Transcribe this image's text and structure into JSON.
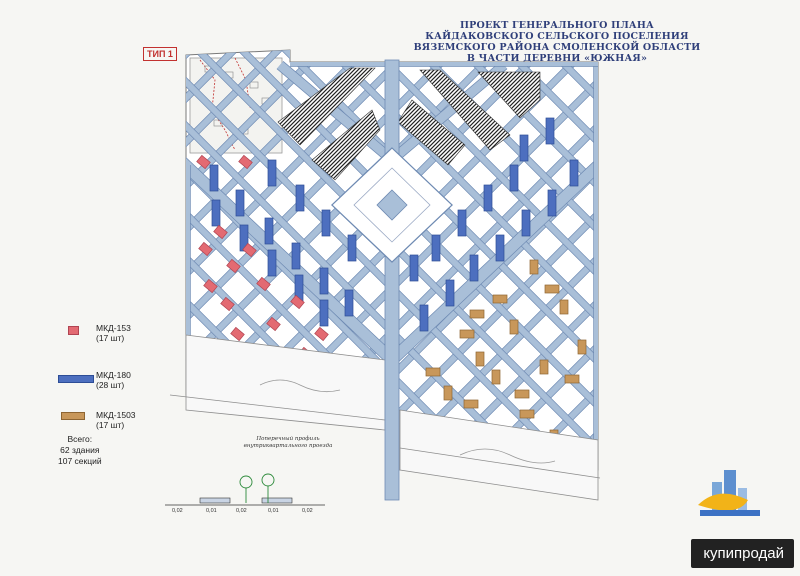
{
  "title_lines": [
    "ПРОЕКТ ГЕНЕРАЛЬНОГО ПЛАНА",
    "КАЙДАКОВСКОГО СЕЛЬСКОГО ПОСЕЛЕНИЯ",
    "ВЯЗЕМСКОГО РАЙОНА СМОЛЕНСКОЙ ОБЛАСТИ",
    "В ЧАСТИ ДЕРЕВНИ «ЮЖНАЯ»"
  ],
  "type_label": "ТИП 1",
  "legend": [
    {
      "name": "МКД-153",
      "count": "(17 шт)",
      "color": "#e36a72"
    },
    {
      "name": "МКД-180",
      "count": "(28 шт)",
      "color": "#4d6fbf"
    },
    {
      "name": "МКД-1503",
      "count": "(17 шт)",
      "color": "#c8975a"
    }
  ],
  "totals": {
    "label": "Всего:",
    "buildings": "62 здания",
    "sections": "107 секций"
  },
  "profile": {
    "caption_line1": "Поперечный профиль",
    "caption_line2": "внутриквартального проезда",
    "dims": [
      "0,02",
      "0,01",
      "0,02",
      "0,01",
      "0,02"
    ]
  },
  "colors": {
    "road": "#a9bfd8",
    "road_edge": "#6f8bb3",
    "hatched": "#2b2b2b",
    "outline": "#7a7a7a"
  },
  "watermark": "купипродай"
}
